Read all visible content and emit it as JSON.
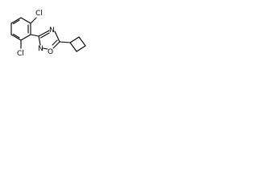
{
  "molecule": {
    "atoms": {
      "cl_top": "Cl",
      "cl_bottom": "Cl",
      "n_ring_top": "N",
      "n_ring_bottom": "N",
      "o_ring": "O"
    },
    "colors": {
      "bond": "#000000",
      "label": "#000000",
      "background": "#ffffff"
    }
  }
}
